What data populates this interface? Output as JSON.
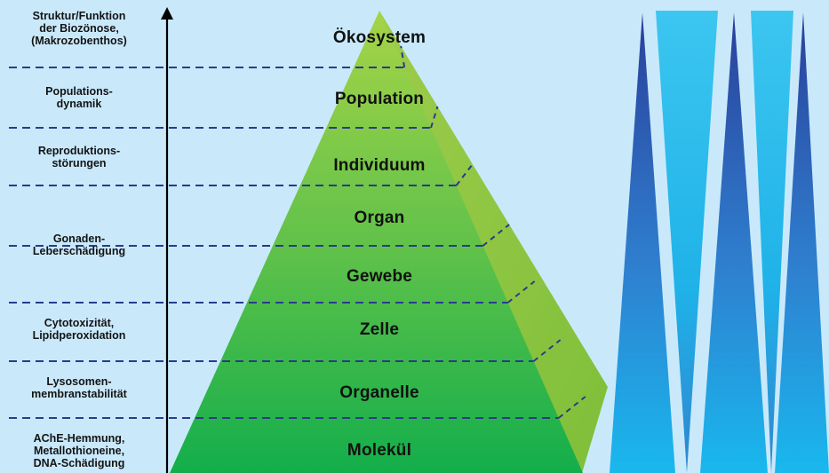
{
  "levels": [
    {
      "label": "Ökosystem"
    },
    {
      "label": "Population"
    },
    {
      "label": "Individuum"
    },
    {
      "label": "Organ"
    },
    {
      "label": "Gewebe"
    },
    {
      "label": "Zelle"
    },
    {
      "label": "Organelle"
    },
    {
      "label": "Molekül"
    }
  ],
  "endpoints": [
    {
      "text": "Struktur/Funktion\nder Biozönose,\n(Makrozobenthos)"
    },
    {
      "text": "Populations-\ndynamik"
    },
    {
      "text": "Reproduktions-\nstörungen"
    },
    {
      "text": "Gonaden-\nLeberschädigung"
    },
    {
      "text": "Cytotoxizität,\nLipidperoxidation"
    },
    {
      "text": "Lysosomen-\nmembranstabilität"
    },
    {
      "text": "AChE-Hemmung,\nMetallothioneine,\nDNA-Schädigung"
    }
  ],
  "colors": {
    "background": "#c9e9fb",
    "pyramid_top": "#9ccf4a",
    "pyramid_bottom": "#13b04c",
    "pyramid_side": "#8cc63f",
    "dashed_line": "#2b3a8c",
    "triangle_dark": "#2b4ea8",
    "triangle_light": "#12c4f0"
  }
}
